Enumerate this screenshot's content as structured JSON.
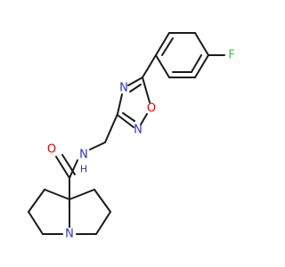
{
  "molecule": {
    "atoms": {
      "fluorine": "F",
      "ring_oxygen": "O",
      "ring_nitrogen_top": "N",
      "ring_nitrogen_bottom": "N",
      "amide_nitrogen": "N",
      "amide_hydrogen": "H",
      "carbonyl_oxygen": "O",
      "bridgehead_nitrogen": "N"
    },
    "colors": {
      "carbon_bond": "#1a1a1a",
      "nitrogen": "#3333cc",
      "oxygen": "#e60000",
      "fluorine": "#33cc33"
    }
  }
}
